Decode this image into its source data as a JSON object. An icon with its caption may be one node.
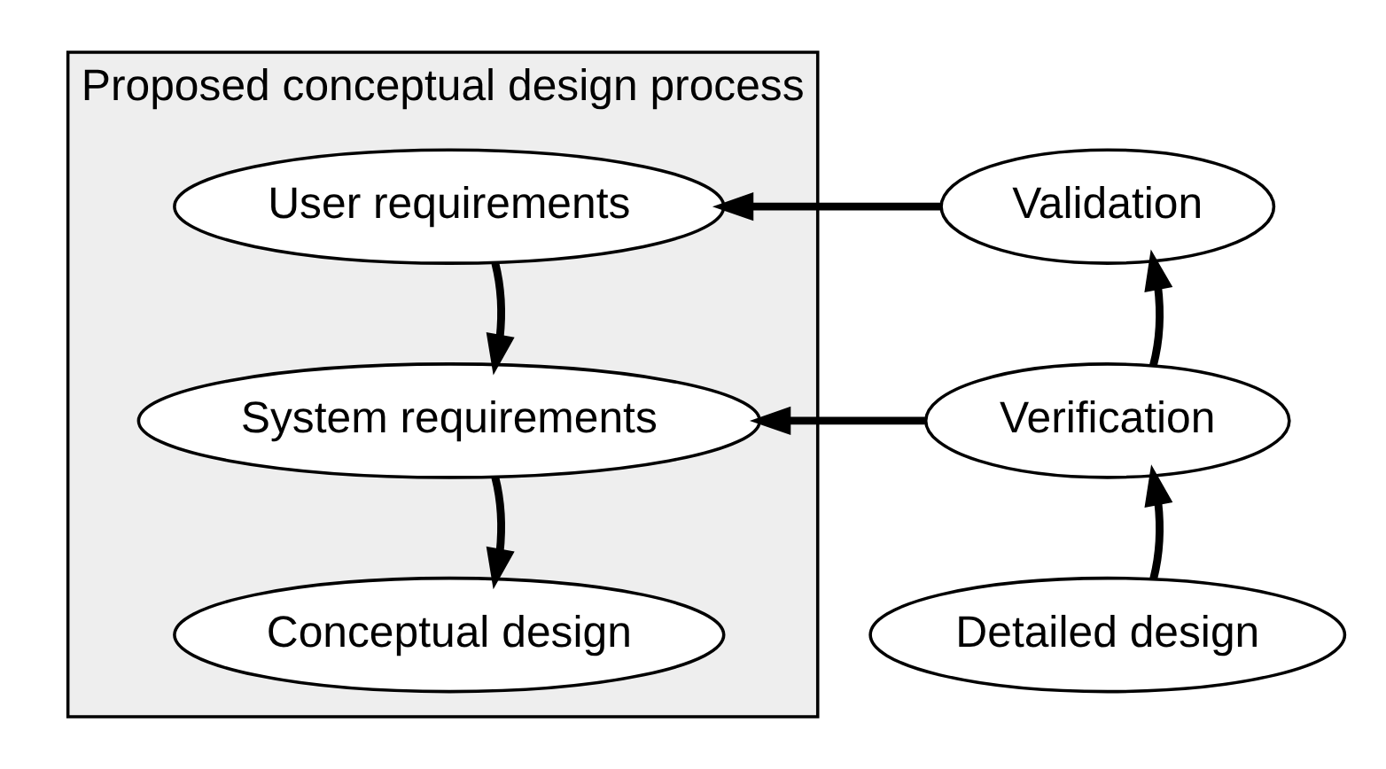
{
  "diagram": {
    "nodes": [
      {
        "text": [
          "Proposed conceptual design process"
        ]
      },
      {
        "text": [
          "User requirements"
        ],
        "in": 0
      },
      {
        "text": [
          "System requirements"
        ],
        "in": 0
      },
      {
        "text": [
          "Conceptual design"
        ],
        "in": 0
      },
      {
        "text": [
          "Detailed design"
        ]
      },
      {
        "text": [
          "Verification"
        ]
      },
      {
        "text": [
          "Validation"
        ]
      }
    ],
    "edges": [
      {
        "from": 1,
        "to": 2,
        "arrow": "to"
      },
      {
        "from": 2,
        "to": 3,
        "arrow": "to"
      },
      {
        "from": 4,
        "to": 5,
        "arrow": "to"
      },
      {
        "from": 5,
        "to": 6,
        "arrow": "to"
      },
      {
        "from": 6,
        "to": 1,
        "arrow": "to"
      },
      {
        "from": 5,
        "to": 2,
        "arrow": "to"
      }
    ]
  }
}
